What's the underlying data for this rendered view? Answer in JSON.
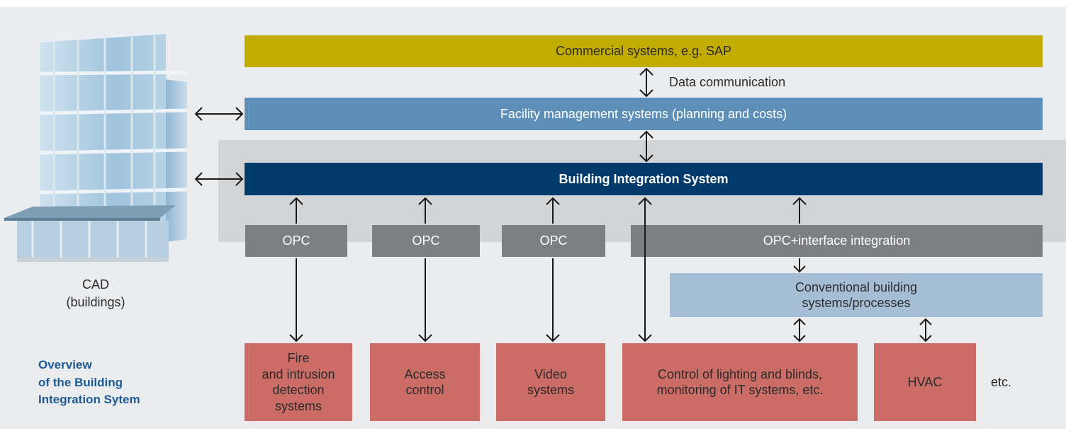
{
  "bands": {
    "commercial": "Commercial systems, e.g. SAP",
    "data_communication": "Data communication",
    "facility": "Facility management systems (planning and costs)",
    "bis": "Building Integration System"
  },
  "opc": {
    "opc1": "OPC",
    "opc2": "OPC",
    "opc3": "OPC",
    "opc_interface": "OPC+interface integration"
  },
  "conventional": "Conventional building\nsystems/processes",
  "systems": {
    "fire": "Fire\nand intrusion\ndetection\nsystems",
    "access": "Access\ncontrol",
    "video": "Video\nsystems",
    "lighting": "Control of lighting and blinds,\nmonitoring of IT systems, etc.",
    "hvac": "HVAC",
    "etc": "etc."
  },
  "cad_caption": "CAD\n(buildings)",
  "overview_title": "Overview\nof the Building\nIntegration Sytem",
  "colors": {
    "background": "#ebecee",
    "commercial": "#c3ac00",
    "facility": "#5e8fb8",
    "bis": "#003b6b",
    "opc": "#7d7f82",
    "conventional": "#a5bed6",
    "systems": "#cc6c66",
    "title": "#1d5a96"
  }
}
